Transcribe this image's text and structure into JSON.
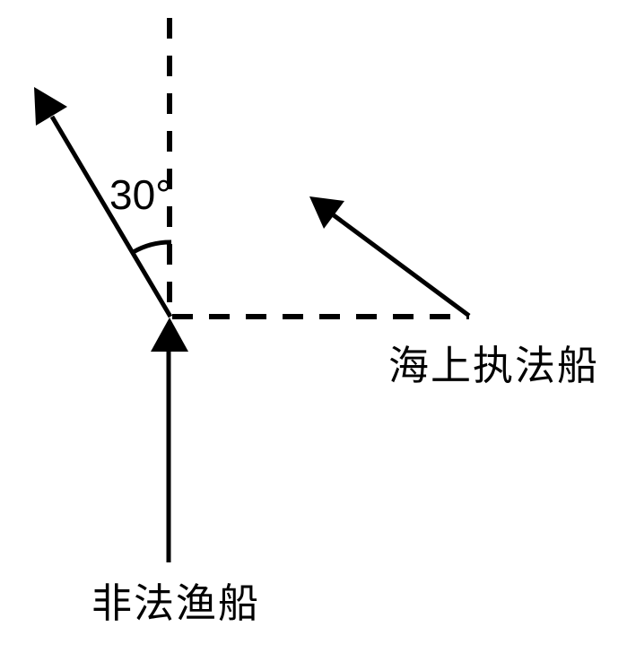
{
  "page": {
    "background_color": "#ffffff",
    "line_color": "#000000"
  },
  "diagram": {
    "angle_label": "30°",
    "angle_value_degrees": 30,
    "labels": {
      "enforcement_ship": "海上执法船",
      "fishing_boat": "非法渔船"
    }
  }
}
